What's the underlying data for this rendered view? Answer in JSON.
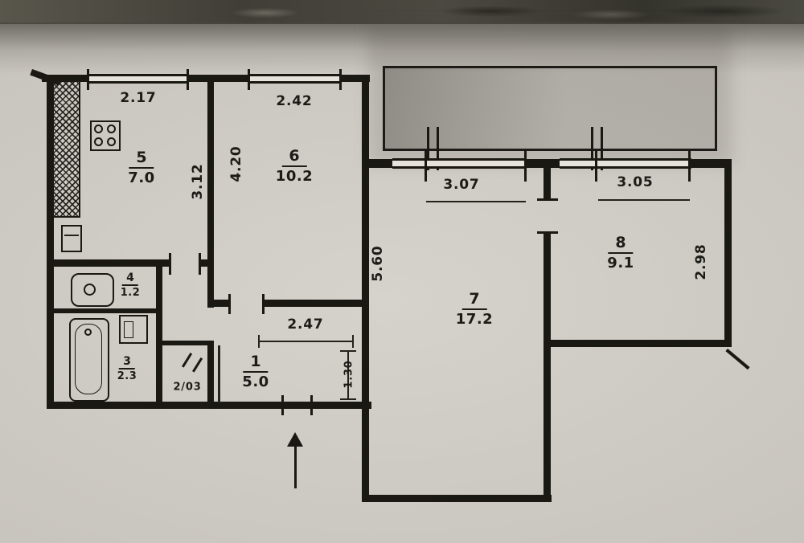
{
  "colors": {
    "ink": "#1c1b17",
    "paper": "#d3cfc8"
  },
  "rooms": {
    "r1": {
      "num": "1",
      "area": "5.0"
    },
    "r2": {
      "label": "2/03"
    },
    "r3": {
      "num": "3",
      "area": "2.3"
    },
    "r4": {
      "num": "4",
      "area": "1.2"
    },
    "r5": {
      "num": "5",
      "area": "7.0"
    },
    "r6": {
      "num": "6",
      "area": "10.2"
    },
    "r7": {
      "num": "7",
      "area": "17.2"
    },
    "r8": {
      "num": "8",
      "area": "9.1"
    }
  },
  "dimensions": {
    "kitchen_window": "2.17",
    "room6_window": "2.42",
    "kitchen_width": "3.12",
    "room6_depth": "4.20",
    "room7_width": "3.07",
    "room8_width": "3.05",
    "room7_depth": "5.60",
    "room8_depth": "2.98",
    "hallway_width": "2.47",
    "hallway_depth": "1.30"
  }
}
